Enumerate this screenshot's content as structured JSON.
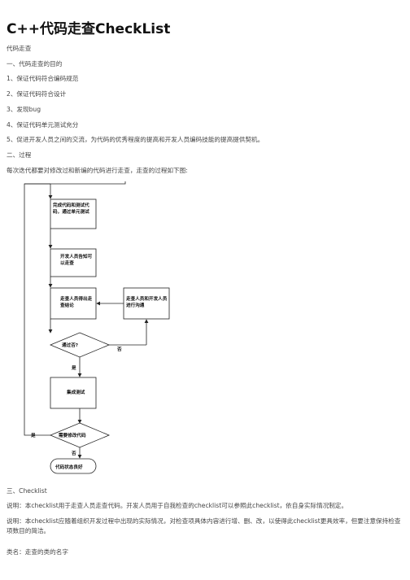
{
  "doc": {
    "title": "C++代码走查CheckList",
    "intro": "代码走查",
    "sec1": "一、代码走查的目的",
    "items": [
      "1、保证代码符合编码规范",
      "2、保证代码符合设计",
      "3、发现bug",
      "4、保证代码单元测试充分",
      "5、促进开发人员之间的交流，为代码的优秀程度的提高和开发人员编码技能的提高提供契机。"
    ],
    "sec2": "二、过程",
    "process_desc": "每次迭代都要对修改过和新编的代码进行走查，走查的过程如下图:",
    "sec3": "三、Checklist",
    "note1": "说明：本checklist用于走查人员走查代码。开发人员用于自我检查的checklist可以参照此checklist，依自身实际情况制定。",
    "note2": "说明：本checklist应随着组织开发过程中出现的实际情况，对检查项具体内容进行增、删、改，以使得此checklist更具效率，但要注意保持检查项数目的简洁。",
    "class_name": "类名：走查的类的名字"
  },
  "flowchart": {
    "step1": "完成代码和测试代码，通过单元测试",
    "step2": "开发人员告知可以走查",
    "step3": "走查人员得出走查结论",
    "step_side": "走查人员和开发人员进行沟通",
    "decision1": "通过否?",
    "no1": "否",
    "yes1": "是",
    "step4": "集成测试",
    "decision2": "需要修改代码",
    "yes2": "是",
    "no2": "否",
    "end": "代码状态良好"
  }
}
